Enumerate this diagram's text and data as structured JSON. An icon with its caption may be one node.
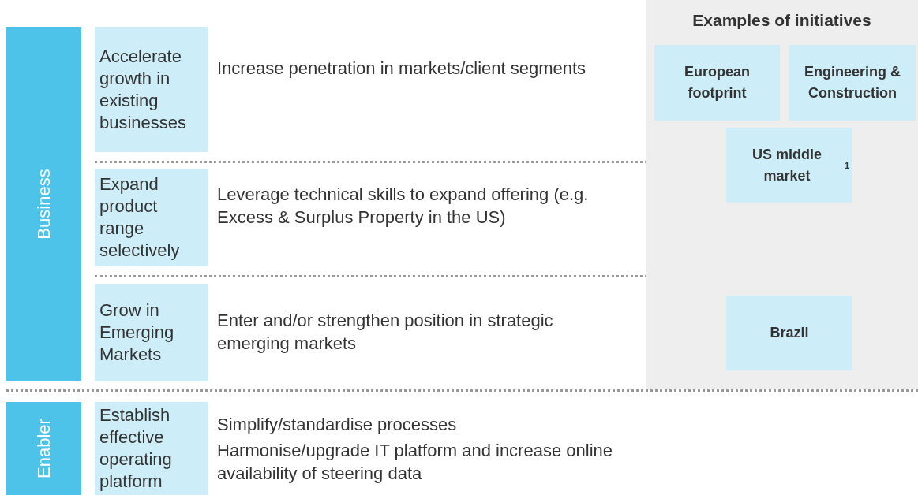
{
  "diagram": {
    "nodes": [
      {
        "text": [
          "Business"
        ]
      },
      {
        "text": [
          "Accelerate growth in existing businesses"
        ],
        "beside": [
          "Increase penetration in markets/client segments"
        ]
      },
      {
        "text": [
          "Expand product range selectively"
        ],
        "beside": [
          "Leverage technical skills to expand offering (e.g. Excess & Surplus Property in the US)"
        ]
      },
      {
        "text": [
          "Grow in Emerging Markets"
        ],
        "beside": [
          "Enter and/or strengthen position in strategic emerging markets"
        ]
      },
      {
        "text": [
          "Enabler"
        ]
      },
      {
        "text": [
          "Establish effective operating platform"
        ],
        "beside": [
          "Simplify/standardise processes",
          "Harmonise/upgrade IT platform and increase online availability of steering data"
        ]
      },
      {
        "text": [
          "Examples of initiatives"
        ]
      },
      {
        "text": [
          "European footprint"
        ],
        "in": 6
      },
      {
        "text": [
          "Engineering & Construction"
        ],
        "in": 6
      },
      {
        "text": [
          "US middle market$^{1}$"
        ],
        "in": 6
      },
      {
        "text": [
          "Brazil"
        ],
        "in": 6
      }
    ]
  }
}
